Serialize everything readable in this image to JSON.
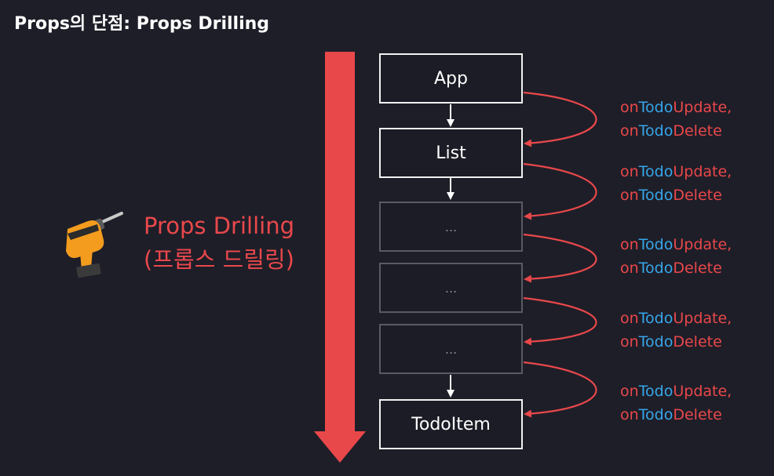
{
  "title": "Props의 단점: Props Drilling",
  "heading": {
    "line1": "Props Drilling",
    "line2": "(프롭스 드릴링)"
  },
  "boxes": [
    {
      "label": "App",
      "style": "solid"
    },
    {
      "label": "List",
      "style": "solid"
    },
    {
      "label": "...",
      "style": "dim"
    },
    {
      "label": "...",
      "style": "dim"
    },
    {
      "label": "...",
      "style": "dim"
    },
    {
      "label": "TodoItem",
      "style": "solid"
    }
  ],
  "edge_labels": [
    {
      "line1": [
        "on",
        "Todo",
        "Update,"
      ],
      "line2": [
        "on",
        "Todo",
        "Delete"
      ]
    },
    {
      "line1": [
        "on",
        "Todo",
        "Update,"
      ],
      "line2": [
        "on",
        "Todo",
        "Delete"
      ]
    },
    {
      "line1": [
        "on",
        "Todo",
        "Update,"
      ],
      "line2": [
        "on",
        "Todo",
        "Delete"
      ]
    },
    {
      "line1": [
        "on",
        "Todo",
        "Update,"
      ],
      "line2": [
        "on",
        "Todo",
        "Delete"
      ]
    },
    {
      "line1": [
        "on",
        "Todo",
        "Update,"
      ],
      "line2": [
        "on",
        "Todo",
        "Delete"
      ]
    }
  ],
  "colors": {
    "background": "#1e1e28",
    "accent_red": "#e9484b",
    "accent_blue": "#36a6ea",
    "box_border": "#f2f2f2",
    "box_border_dim": "#5a5a66",
    "text": "#ffffff"
  },
  "icons": {
    "drill": "power-drill-icon"
  }
}
